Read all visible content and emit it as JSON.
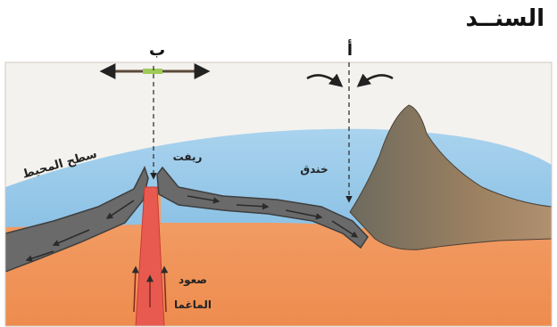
{
  "header": {
    "title": "السنــد"
  },
  "markers": {
    "a": "أ",
    "b": "ب"
  },
  "labels": {
    "ocean_surface": "سطح المحيط",
    "rift": "ريفت",
    "trench": "خندق",
    "magma_line1": "صعود",
    "magma_line2": "الماغما"
  },
  "colors": {
    "ocean": "#8ec3e3",
    "mantle": "#f0955a",
    "plate": "#6b6b6b",
    "magma": "#e85a50",
    "mountain": "#7a6a58"
  }
}
